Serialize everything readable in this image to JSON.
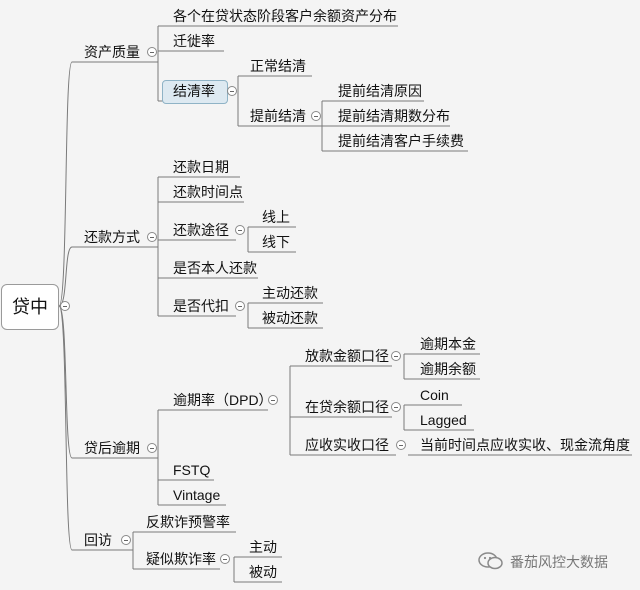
{
  "root": "贷中",
  "branches": {
    "asset_quality": {
      "label": "资产质量",
      "items": {
        "distribution": "各个在贷状态阶段客户余额资产分布",
        "migration": "迁徙率",
        "settle_rate": {
          "label": "结清率",
          "normal": "正常结清",
          "early": {
            "label": "提前结清",
            "reason": "提前结清原因",
            "periods": "提前结清期数分布",
            "fee": "提前结清客户手续费"
          }
        }
      }
    },
    "repayment": {
      "label": "还款方式",
      "items": {
        "date": "还款日期",
        "time": "还款时间点",
        "channel": {
          "label": "还款途径",
          "online": "线上",
          "offline": "线下"
        },
        "self": "是否本人还款",
        "proxy": {
          "label": "是否代扣",
          "active": "主动还款",
          "passive": "被动还款"
        }
      }
    },
    "overdue": {
      "label": "贷后逾期",
      "items": {
        "dpd": {
          "label": "逾期率（DPD）",
          "disbursed": {
            "label": "放款金额口径",
            "principal": "逾期本金",
            "balance": "逾期余额"
          },
          "outstanding": {
            "label": "在贷余额口径",
            "coin": "Coin",
            "lagged": "Lagged"
          },
          "receivable": {
            "label": "应收实收口径",
            "note": "当前时间点应收实收、现金流角度"
          }
        },
        "fstq": "FSTQ",
        "vintage": "Vintage"
      }
    },
    "revisit": {
      "label": "回访",
      "items": {
        "fraud_alert": "反欺诈预警率",
        "suspected": {
          "label": "疑似欺诈率",
          "active": "主动",
          "passive": "被动"
        }
      }
    }
  },
  "watermark": {
    "text": "番茄风控大数据",
    "icon": "wechat-icon"
  },
  "colors": {
    "line": "#7a7a7a",
    "selected_fill": "#dde9f1",
    "selected_border": "#8fb3c6"
  }
}
